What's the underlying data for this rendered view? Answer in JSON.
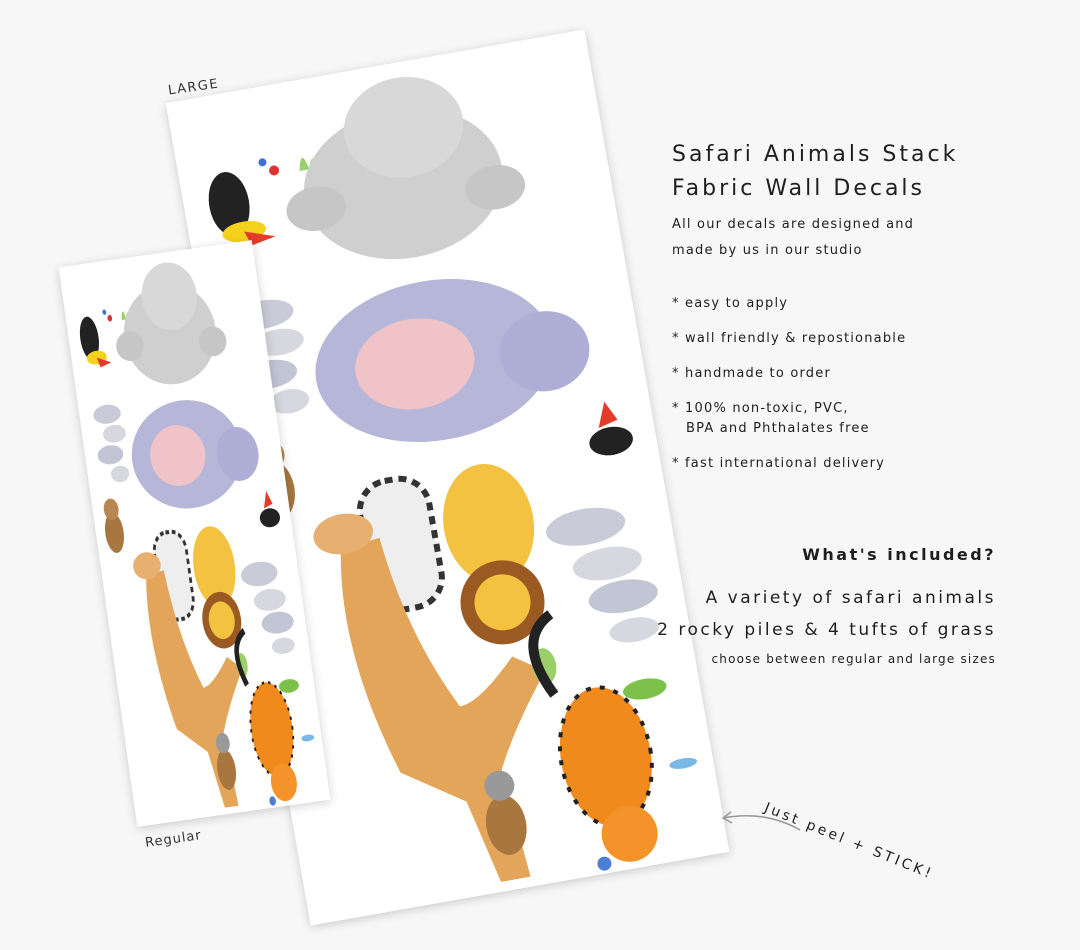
{
  "product": {
    "title_line1": "Safari Animals Stack",
    "title_line2": "Fabric Wall Decals",
    "subtitle_line1": "All our decals are designed and",
    "subtitle_line2": "made by us in our studio",
    "features": [
      "* easy to apply",
      "* wall friendly & repostionable",
      "* handmade to order",
      "* 100% non-toxic, PVC,",
      "BPA and Phthalates free",
      "* fast international delivery"
    ]
  },
  "included": {
    "heading": "What's included?",
    "line1": "A variety of safari animals",
    "line2": "2 rocky piles & 4 tufts of grass",
    "note": "choose between regular and large sizes"
  },
  "sizes": {
    "large": "LARGE",
    "regular": "Regular"
  },
  "callout": "Just peel + STICK!",
  "colors": {
    "background": "#f7f7f7",
    "sheet": "#ffffff",
    "text": "#1e1e1e"
  }
}
